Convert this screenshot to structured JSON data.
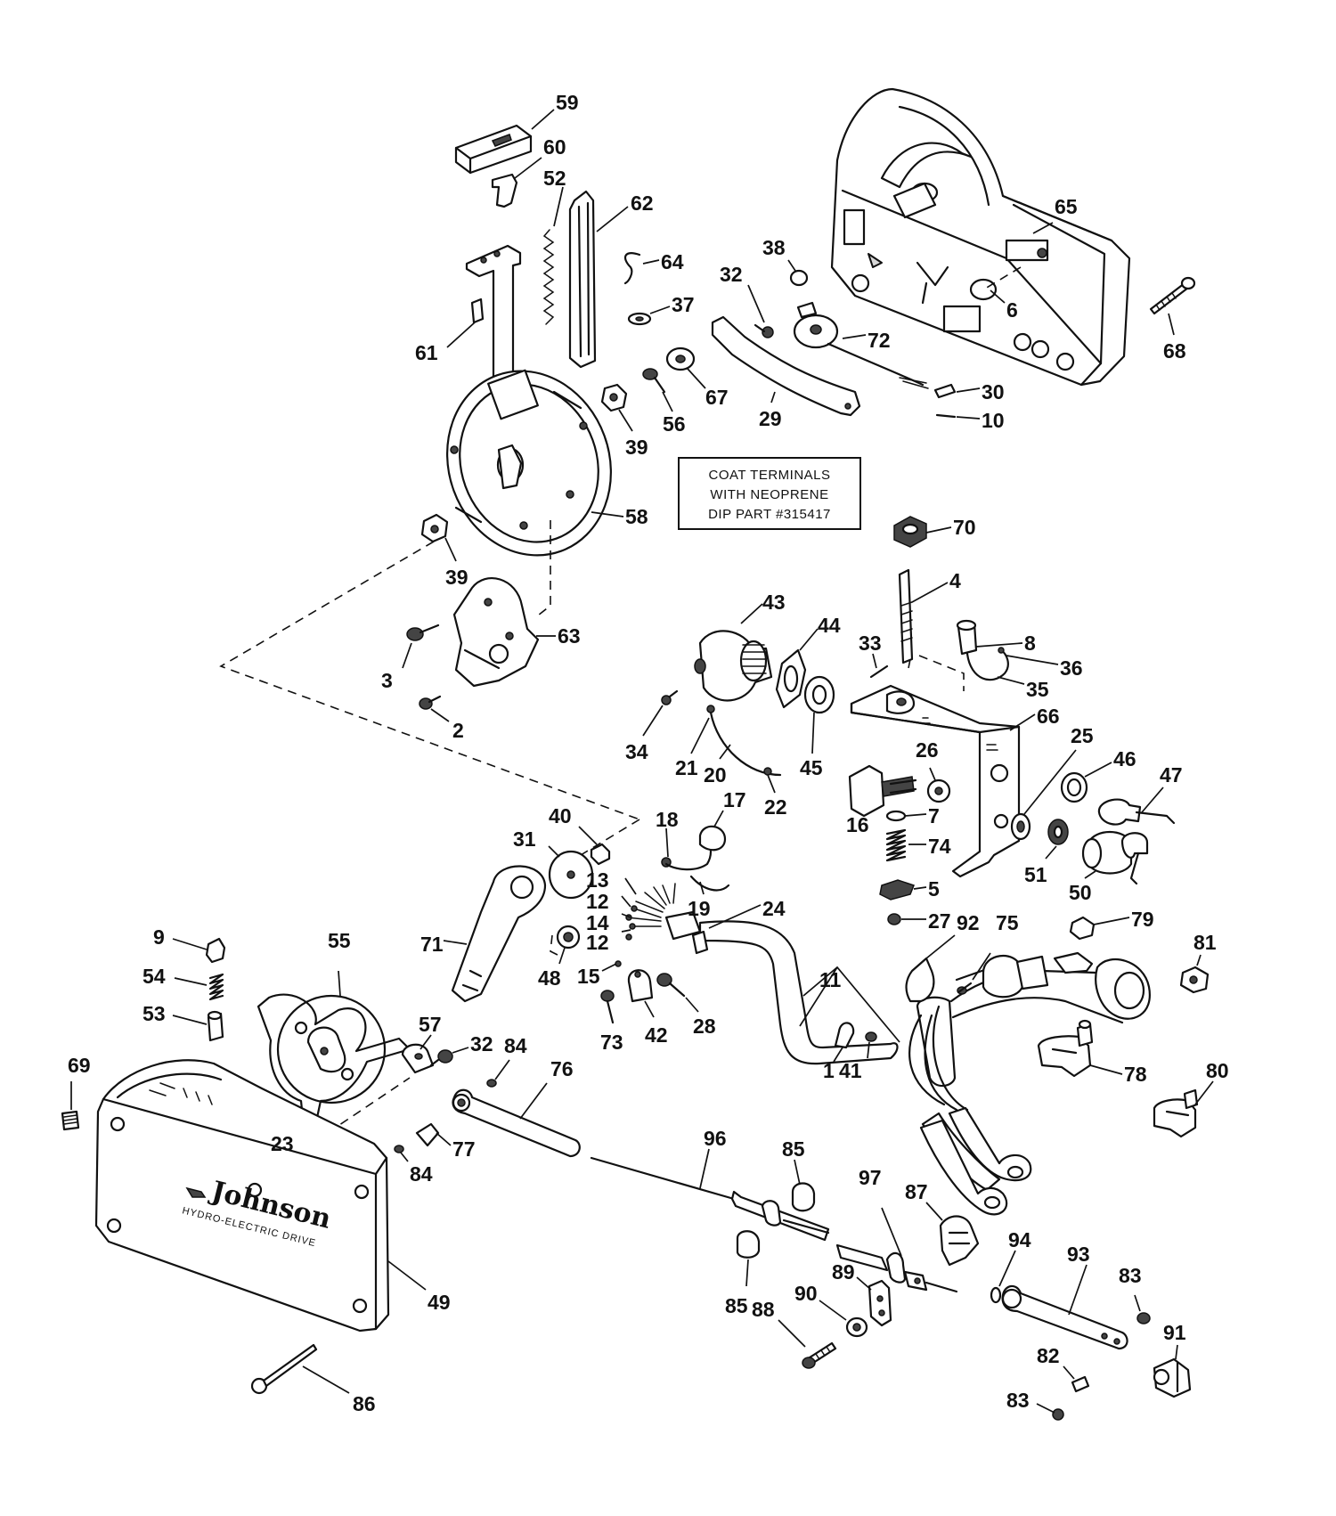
{
  "note": {
    "lines": [
      "COAT TERMINALS",
      "WITH NEOPRENE",
      "DIP PART #315417"
    ]
  },
  "brand": {
    "name": "Johnson",
    "subtitle": "HYDRO-ELECTRIC DRIVE"
  },
  "labels": {
    "l59": "59",
    "l60": "60",
    "l52": "52",
    "l62": "62",
    "l64": "64",
    "l37": "37",
    "l61": "61",
    "l38": "38",
    "l32a": "32",
    "l65": "65",
    "l6": "6",
    "l68": "68",
    "l72": "72",
    "l30": "30",
    "l10": "10",
    "l29": "29",
    "l56": "56",
    "l67": "67",
    "l39a": "39",
    "l58": "58",
    "l70": "70",
    "l4": "4",
    "l39b": "39",
    "l63": "63",
    "l3": "3",
    "l2": "2",
    "l43": "43",
    "l44": "44",
    "l33": "33",
    "l8": "8",
    "l36": "36",
    "l35": "35",
    "l66": "66",
    "l34": "34",
    "l21": "21",
    "l20": "20",
    "l22": "22",
    "l45": "45",
    "l26": "26",
    "l25": "25",
    "l46": "46",
    "l47": "47",
    "l16": "16",
    "l7": "7",
    "l74": "74",
    "l51": "51",
    "l50": "50",
    "l5": "5",
    "l27": "27",
    "l40": "40",
    "l17": "17",
    "l18": "18",
    "l31": "31",
    "l13": "13",
    "l12a": "12",
    "l14": "14",
    "l12b": "12",
    "l19": "19",
    "l24": "24",
    "l15": "15",
    "l71": "71",
    "l48": "48",
    "l9": "9",
    "l55": "55",
    "l54": "54",
    "l53": "53",
    "l92": "92",
    "l75": "75",
    "l79": "79",
    "l81": "81",
    "l11": "11",
    "l42": "42",
    "l28": "28",
    "l73": "73",
    "l57": "57",
    "l32b": "32",
    "l84a": "84",
    "l76": "76",
    "l1": "1",
    "l41": "41",
    "l78": "78",
    "l80": "80",
    "l69": "69",
    "l23": "23",
    "l77": "77",
    "l84b": "84",
    "l96": "96",
    "l85a": "85",
    "l97": "97",
    "l87": "87",
    "l94": "94",
    "l93": "93",
    "l83a": "83",
    "l91": "91",
    "l89": "89",
    "l90": "90",
    "l85b": "85",
    "l88": "88",
    "l82": "82",
    "l83b": "83",
    "l49": "49",
    "l86": "86"
  }
}
